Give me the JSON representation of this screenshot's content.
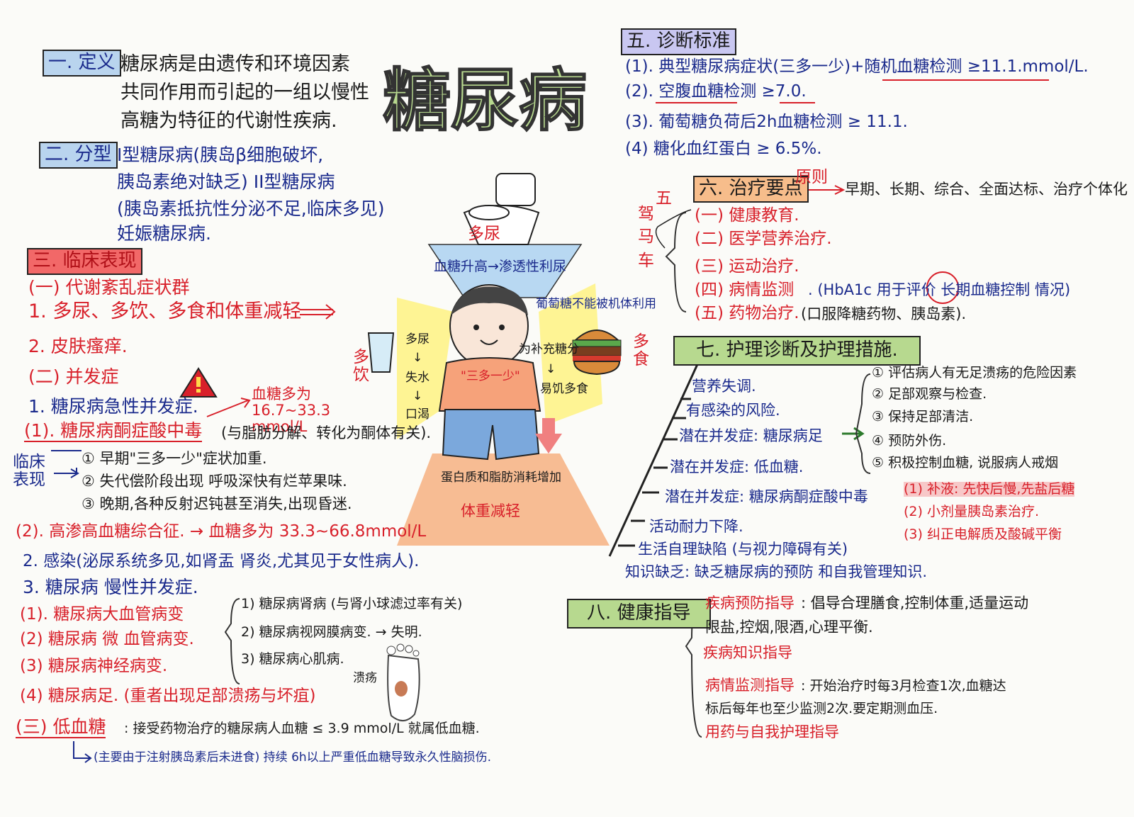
{
  "title": "糖尿病",
  "s1": {
    "head": "一. 定义",
    "lines": [
      "糖尿病是由遗传和环境因素",
      "共同作用而引起的一组以慢性",
      "高糖为特征的代谢性疾病."
    ]
  },
  "s2": {
    "head": "二. 分型",
    "lines": [
      "I型糖尿病(胰岛β细胞破坏,",
      "胰岛素绝对缺乏) II型糖尿病",
      "(胰岛素抵抗性分泌不足,临床多见)",
      "妊娠糖尿病."
    ]
  },
  "s3": {
    "head": "三. 临床表现",
    "sub1": "(一) 代谢紊乱症状群",
    "l1": "1. 多尿、多饮、多食和体重减轻",
    "l2": "2. 皮肤瘙痒.",
    "sub2": "(二) 并发症",
    "acute": "1. 糖尿病急性并发症.",
    "glucose_note": "血糖多为16.7~33.3 mmol/L",
    "dka": "(1). 糖尿病酮症酸中毒",
    "dka_note": "(与脂肪分解、转化为酮体有关).",
    "clinical_label": "临床表现",
    "stages": [
      "① 早期\"三多一少\"症状加重.",
      "② 失代偿阶段出现 呼吸深快有烂苹果味.",
      "③ 晚期,各种反射迟钝甚至消失,出现昏迷."
    ],
    "hhs": "(2). 高渗高血糖综合征. → 血糖多为 33.3~66.8mmol/L",
    "infection": "2. 感染(泌尿系统多见,如肾盂 肾炎,尤其见于女性病人).",
    "chronic": "3. 糖尿病 慢性并发症.",
    "chronic_list": [
      "(1). 糖尿病大血管病变",
      "(2) 糖尿病 微 血管病变.",
      "(3) 糖尿病神经病变.",
      "(4) 糖尿病足. (重者出现足部溃疡与坏疽)"
    ],
    "micro_list": [
      "1) 糖尿病肾病 (与肾小球滤过率有关)",
      "2) 糖尿病视网膜病变. → 失明.",
      "3) 糖尿病心肌病."
    ],
    "hypo_head": "(三) 低血糖",
    "hypo_text": ": 接受药物治疗的糖尿病人血糖 ≤ 3.9 mmol/L 就属低血糖.",
    "hypo_note": "(主要由于注射胰岛素后未进食) 持续 6h以上严重低血糖导致永久性脑损伤."
  },
  "center": {
    "polyuria": "多尿",
    "funnel_text": "血糖升高→渗透性利尿",
    "glucose_use": "葡萄糖不能被机体利用",
    "flow_left": [
      "多尿",
      "↓",
      "失水",
      "↓",
      "口渴"
    ],
    "flow_right": [
      "为补充糖分",
      "↓",
      "易饥多食"
    ],
    "polydipsia": "多饮",
    "polyphagia": "多食",
    "shirt": "\"三多一少\"",
    "fat": "蛋白质和脂肪消耗增加",
    "weight": "体重减轻",
    "ulcer": "溃疡"
  },
  "s5": {
    "head": "五. 诊断标准",
    "lines": [
      "(1). 典型糖尿病症状(三多一少)+随机血糖检测 ≥11.1.mmol/L.",
      "(2). 空腹血糖检测 ≥7.0.",
      "(3). 葡萄糖负荷后2h血糖检测 ≥ 11.1.",
      "(4) 糖化血红蛋白 ≥ 6.5%."
    ]
  },
  "s6": {
    "head": "六. 治疗要点",
    "principle_label": "原则",
    "principle_text": "早期、长期、综合、全面达标、治疗个体化",
    "car_label": [
      "五",
      "驾",
      "马",
      "车"
    ],
    "items": [
      "(一) 健康教育.",
      "(二) 医学营养治疗.",
      "(三) 运动治疗.",
      "(四) 病情监测",
      "(五) 药物治疗."
    ],
    "monitor_note": ". (HbA1c 用于评价 长期血糖控制 情况)",
    "drug_note": "(口服降糖药物、胰岛素)."
  },
  "s7": {
    "head": "七. 护理诊断及护理措施.",
    "items": [
      "营养失调.",
      "有感染的风险.",
      "潜在并发症: 糖尿病足",
      "潜在并发症: 低血糖.",
      "潜在并发症: 糖尿病酮症酸中毒",
      "活动耐力下降.",
      "生活自理缺陷 (与视力障碍有关)",
      "知识缺乏: 缺乏糖尿病的预防 和自我管理知识."
    ],
    "foot_care": [
      "① 评估病人有无足溃疡的危险因素",
      "② 足部观察与检查.",
      "③ 保持足部清洁.",
      "④ 预防外伤.",
      "⑤ 积极控制血糖, 说服病人戒烟"
    ],
    "dka_care": [
      "(1) 补液: 先快后慢,先盐后糖",
      "(2) 小剂量胰岛素治疗.",
      "(3) 纠正电解质及酸碱平衡"
    ]
  },
  "s8": {
    "head": "八. 健康指导",
    "items": [
      {
        "label": "疾病预防指导",
        "text": ": 倡导合理膳食,控制体重,适量运动",
        "text2": "限盐,控烟,限酒,心理平衡."
      },
      {
        "label": "疾病知识指导",
        "text": "",
        "text2": ""
      },
      {
        "label": "病情监测指导",
        "text": ": 开始治疗时每3月检查1次,血糖达",
        "text2": "标后每年也至少监测2次.要定期测血压."
      },
      {
        "label": "用药与自我护理指导",
        "text": "",
        "text2": ""
      }
    ]
  },
  "colors": {
    "blue": "#1a2a8c",
    "red": "#d8202a",
    "green": "#b7d98f",
    "blue_box": "#b9d4ee",
    "orange": "#f7bd8b"
  }
}
